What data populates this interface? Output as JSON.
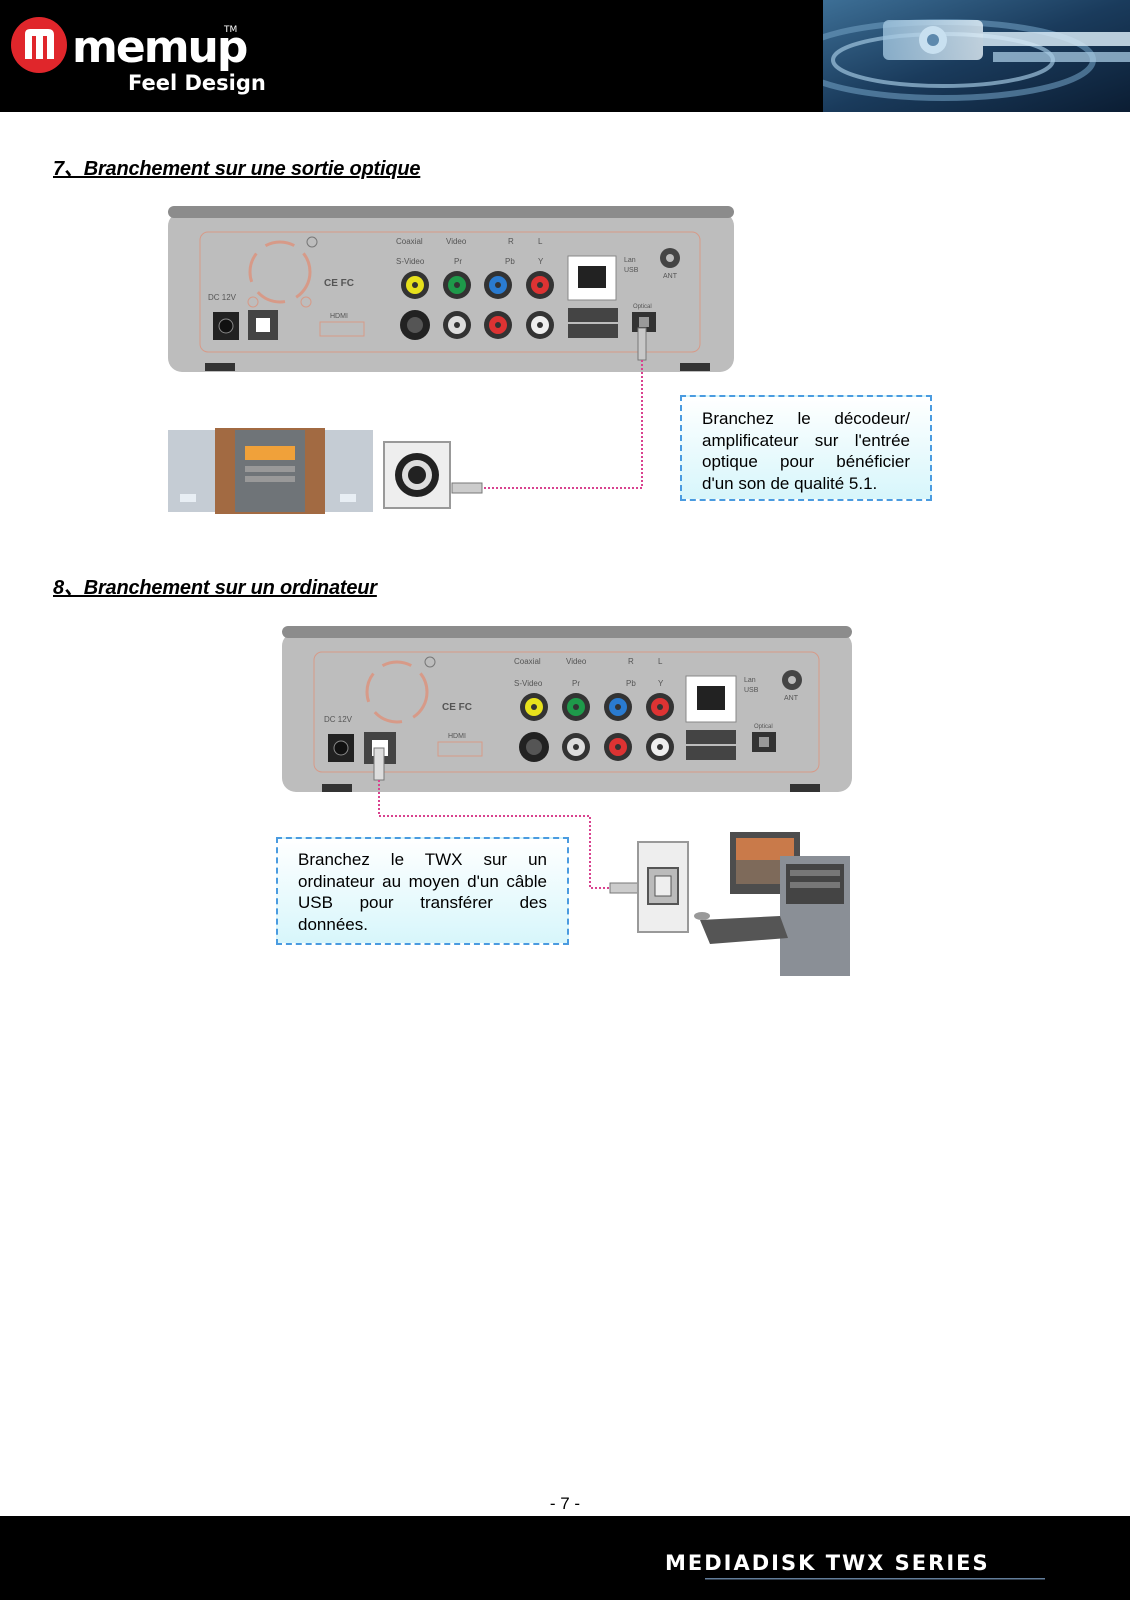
{
  "header": {
    "brand": "memup",
    "tagline": "Feel Design",
    "trademark": "TM"
  },
  "sections": [
    {
      "title": "7、Branchement sur une sortie optique",
      "callout": "Branchez le décodeur/ amplificateur sur l'entrée optique pour bénéficier d'un son de qualité 5.1."
    },
    {
      "title": "8、Branchement sur un ordinateur",
      "callout": "Branchez le TWX sur un ordinateur au moyen d'un câble USB pour transférer des données."
    }
  ],
  "device_labels": {
    "coaxial": "Coaxial",
    "video": "Video",
    "r": "R",
    "l": "L",
    "svideo": "S-Video",
    "pr": "Pr",
    "pb": "Pb",
    "y": "Y",
    "lan": "Lan",
    "usb": "USB",
    "ant": "ANT",
    "optical": "Optical",
    "dc": "DC 12V",
    "hdmi": "HDMI",
    "ce": "CE FC"
  },
  "page_number": "- 7 -",
  "footer": {
    "series": "MEDIADISK TWX SERIES"
  },
  "colors": {
    "cable": "#d9428f",
    "callout_border": "#4a9be0",
    "brand_red": "#e0262b"
  }
}
